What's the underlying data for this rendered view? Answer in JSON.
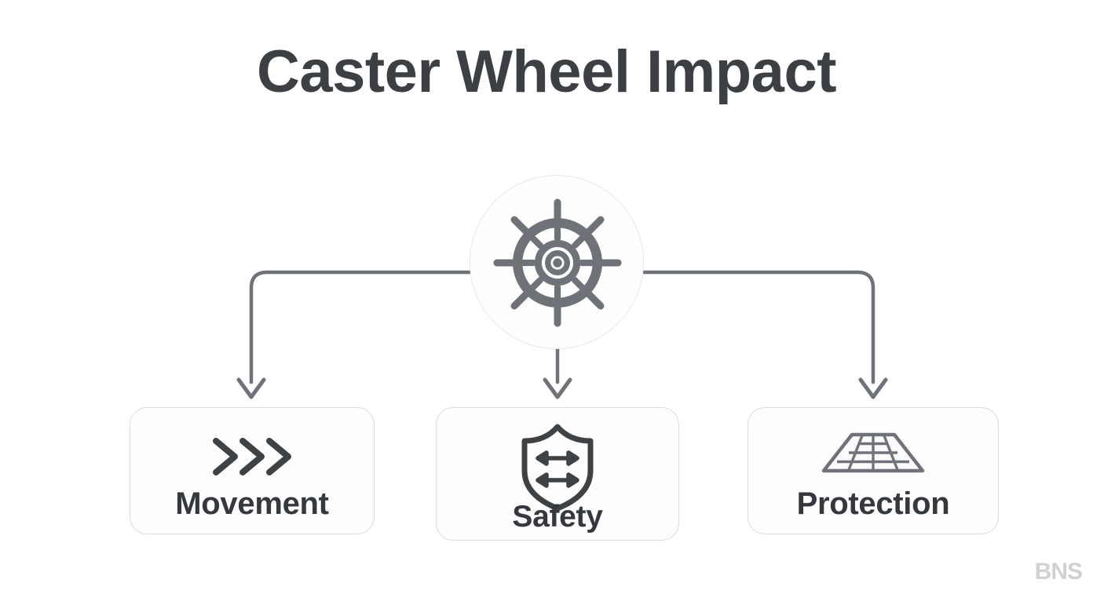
{
  "page": {
    "title": "Caster Wheel Impact",
    "background_color": "#ffffff",
    "watermark": "BNS"
  },
  "hub": {
    "icon": "ship-wheel-icon",
    "icon_color": "#6f7379",
    "ring_color": "#e7e8ea"
  },
  "connectors": {
    "color": "#6f7379",
    "count": 3,
    "style": "elbow-with-arrowhead"
  },
  "cards": [
    {
      "id": "movement",
      "label": "Movement",
      "icon": "triple-chevron-right-icon",
      "icon_color": "#3f4245",
      "border_color": "#dcdcde"
    },
    {
      "id": "safety",
      "label": "Safety",
      "icon": "shield-with-arrows-icon",
      "icon_color": "#3f4245",
      "border_color": "#dcdcde"
    },
    {
      "id": "protection",
      "label": "Protection",
      "icon": "perspective-floor-grid-icon",
      "icon_color": "#6f7379",
      "border_color": "#dcdcde"
    }
  ]
}
